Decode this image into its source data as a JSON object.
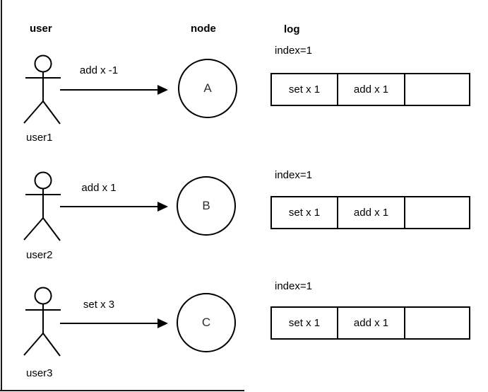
{
  "headers": {
    "user": "user",
    "node": "node",
    "log": "log"
  },
  "rows": [
    {
      "user_label": "user1",
      "message": "add x -1",
      "node_label": "A",
      "log_index": "index=1",
      "log_cells": [
        "set x 1",
        "add x 1",
        ""
      ]
    },
    {
      "user_label": "user2",
      "message": "add x 1",
      "node_label": "B",
      "log_index": "index=1",
      "log_cells": [
        "set x 1",
        "add x 1",
        ""
      ]
    },
    {
      "user_label": "user3",
      "message": "set x 3",
      "node_label": "C",
      "log_index": "index=1",
      "log_cells": [
        "set x 1",
        "add x 1",
        ""
      ]
    }
  ],
  "colors": {
    "stroke": "#000000",
    "text": "#000000",
    "background": "#ffffff"
  }
}
